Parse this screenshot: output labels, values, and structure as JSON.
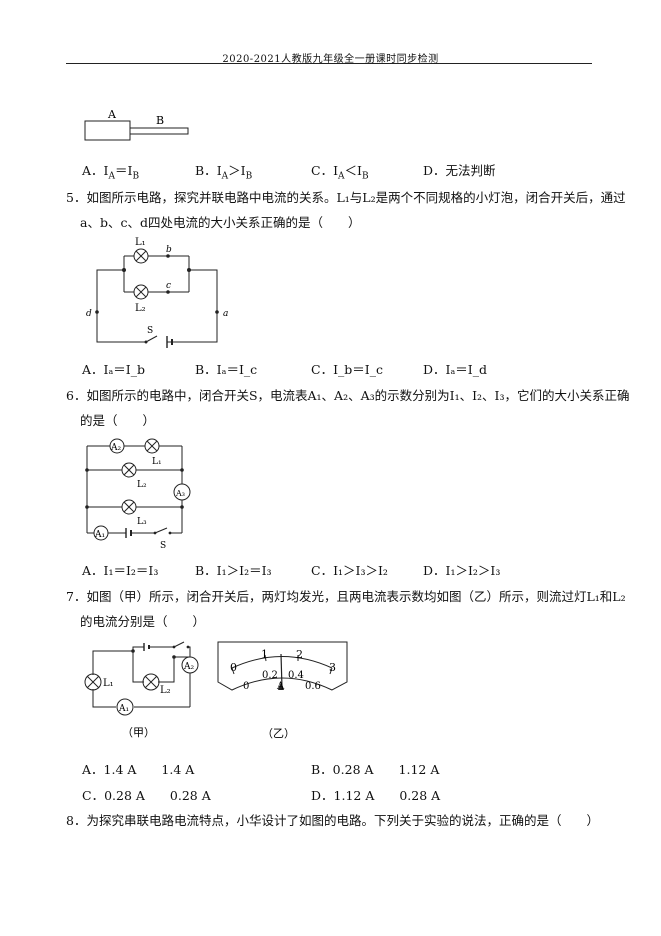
{
  "header": {
    "title": "2020-2021人教版九年级全一册课时同步检测"
  },
  "q4": {
    "figure": {
      "label_a": "A",
      "label_b": "B"
    },
    "options": [
      {
        "letter": "A．",
        "text": "I",
        "sub1": "A",
        "rel": "＝I",
        "sub2": "B"
      },
      {
        "letter": "B．",
        "text": "I",
        "sub1": "A",
        "rel": "＞I",
        "sub2": "B"
      },
      {
        "letter": "C．",
        "text": "I",
        "sub1": "A",
        "rel": "＜I",
        "sub2": "B"
      },
      {
        "letter": "D．",
        "text": "无法判断"
      }
    ]
  },
  "q5": {
    "line1": "5．如图所示电路，探究并联电路中电流的关系。L₁与L₂是两个不同规格的小灯泡，闭合开关后，通过",
    "line2": "a、b、c、d四处电流的大小关系正确的是（　　）",
    "figure": {
      "l1": "L₁",
      "l2": "L₂",
      "b": "b",
      "c": "c",
      "d": "d",
      "a": "a",
      "s": "S"
    },
    "options": [
      "A．Iₐ＝I_b",
      "B．Iₐ＝I_c",
      "C．I_b＝I_c",
      "D．Iₐ＝I_d"
    ]
  },
  "q6": {
    "line1": "6．如图所示的电路中，闭合开关S，电流表A₁、A₂、A₃的示数分别为I₁、I₂、I₃，它们的大小关系正确",
    "line2": "的是（　　）",
    "figure": {
      "a2": "A₂",
      "l1": "L₁",
      "l2": "L₂",
      "a3": "A₃",
      "l3": "L₃",
      "a1": "A₁",
      "s": "S"
    },
    "options": [
      "A．I₁＝I₂＝I₃",
      "B．I₁＞I₂＝I₃",
      "C．I₁＞I₃＞I₂",
      "D．I₁＞I₂＞I₃"
    ]
  },
  "q7": {
    "line1": "7．如图（甲）所示，闭合开关后，两灯均发光，且两电流表示数均如图（乙）所示，则流过灯L₁和L₂",
    "line2": "的电流分别是（　　）",
    "figure_jia": {
      "a2": "A₂",
      "l1": "L₁",
      "l2": "L₂",
      "a1": "A₁",
      "caption": "（甲）"
    },
    "figure_yi": {
      "caption": "（乙）",
      "outer_ticks": [
        "0",
        "1",
        "2",
        "3"
      ],
      "inner_ticks": [
        "0",
        "0.2",
        "0.4",
        "0.6"
      ],
      "unit": "A"
    },
    "options": [
      "A．1.4 A　　1.4 A",
      "B．0.28 A　　1.12 A",
      "C．0.28 A　　0.28 A",
      "D．1.12 A　　0.28 A"
    ]
  },
  "q8": {
    "line1": "8．为探究串联电路电流特点，小华设计了如图的电路。下列关于实验的说法，正确的是（　　）"
  }
}
